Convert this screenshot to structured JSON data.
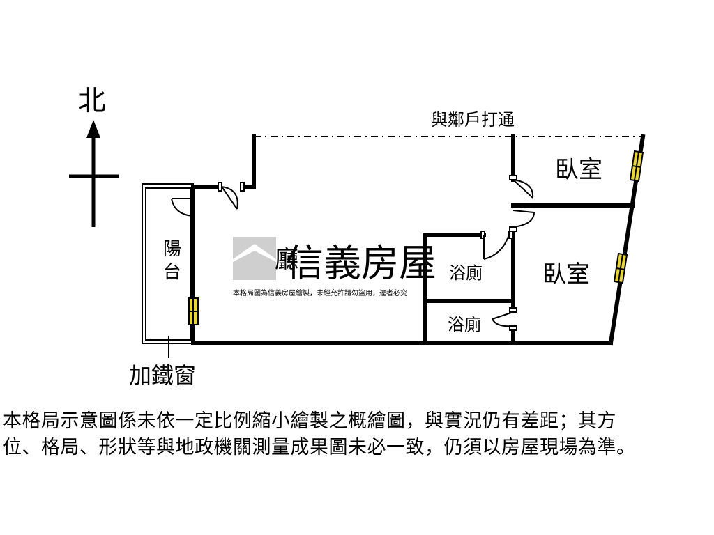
{
  "compass": {
    "north_label": "北"
  },
  "rooms": {
    "living_room": "廳",
    "balcony_line1": "陽",
    "balcony_line2": "台",
    "bedroom_upper": "臥室",
    "bedroom_lower": "臥室",
    "bathroom_upper": "浴廁",
    "bathroom_lower": "浴廁"
  },
  "annotations": {
    "connected_with_neighbor": "與鄰戶打通",
    "iron_window": "加鐵窗"
  },
  "watermark": {
    "brand": "信義房屋",
    "notice": "本格局圖為信義房屋繪製，未經允許請勿盜用，違者必究"
  },
  "disclaimer": {
    "line1": "本格局示意圖係未依一定比例縮小繪製之概繪圖，與實況仍有差距；其方",
    "line2": "位、格局、形狀等與地政機關測量成果圖未必一致，仍須以房屋現場為準。"
  },
  "colors": {
    "wall": "#000000",
    "window_fill": "#e8d53a",
    "watermark": "#c9c9c9"
  }
}
